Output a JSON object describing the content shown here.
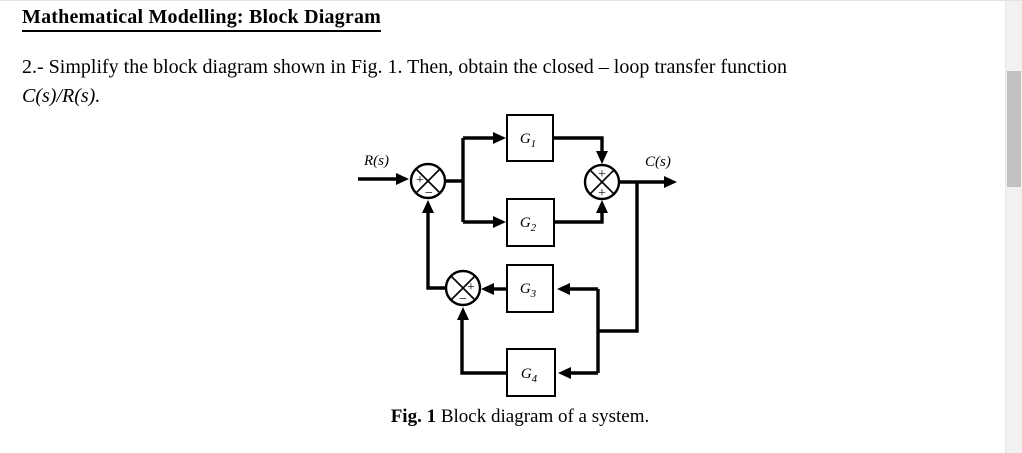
{
  "document": {
    "title": "Mathematical Modelling: Block Diagram",
    "problem_text": "2.- Simplify the block diagram shown in Fig. 1. Then, obtain the closed – loop transfer function",
    "problem_math": "C(s)/R(s).",
    "figure_caption": {
      "label": "Fig. 1",
      "text": " Block diagram of a system."
    }
  },
  "diagram": {
    "input_label": "R(s)",
    "output_label": "C(s)",
    "blocks": [
      {
        "label": "G",
        "sub": "1"
      },
      {
        "label": "G",
        "sub": "2"
      },
      {
        "label": "G",
        "sub": "3"
      },
      {
        "label": "G",
        "sub": "4"
      }
    ],
    "junctions": [
      {
        "id": "sum-1",
        "sign_left": "+",
        "sign_bottom": "−"
      },
      {
        "id": "sum-2",
        "sign_top": "+",
        "sign_bottom": "+"
      },
      {
        "id": "sum-3",
        "sign_right": "+",
        "sign_bottom": "−"
      }
    ],
    "line_color": "#000000",
    "background_color": "#ffffff"
  },
  "scrollbar": {
    "track_color": "#f1f1f1",
    "thumb_color": "#c1c1c1"
  }
}
